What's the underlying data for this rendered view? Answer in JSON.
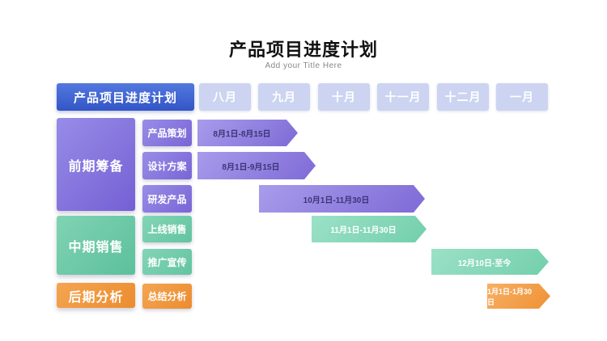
{
  "slide": {
    "title": "产品项目进度计划",
    "subtitle": "Add your Title Here"
  },
  "header": {
    "title": "产品项目进度计划",
    "months": [
      {
        "label": "八月"
      },
      {
        "label": "九月"
      },
      {
        "label": "十月"
      },
      {
        "label": "十一月"
      },
      {
        "label": "十二月"
      },
      {
        "label": "一月"
      }
    ]
  },
  "phases": [
    {
      "name": "前期筹备",
      "theme": "purple",
      "tasks": [
        {
          "label": "产品策划",
          "date_range": "8月1日-8月15日"
        },
        {
          "label": "设计方案",
          "date_range": "8月1日-9月15日"
        },
        {
          "label": "研发产品",
          "date_range": "10月1日-11月30日"
        }
      ]
    },
    {
      "name": "中期销售",
      "theme": "green",
      "tasks": [
        {
          "label": "上线销售",
          "date_range": "11月1日-11月30日"
        },
        {
          "label": "推广宣传",
          "date_range": "12月10日-至今"
        }
      ]
    },
    {
      "name": "后期分析",
      "theme": "orange",
      "tasks": [
        {
          "label": "总结分析",
          "date_range": "1月1日-1月30日"
        }
      ]
    }
  ],
  "colors": {
    "header_blue": "#3c5ecb",
    "month_lavender": "#ccd4f1",
    "purple": "#8273dc",
    "green": "#6cc9a8",
    "orange": "#f09a3e",
    "purple_bar_text": "#3b3577",
    "title_text": "#111111",
    "subtitle_text": "#888888"
  }
}
